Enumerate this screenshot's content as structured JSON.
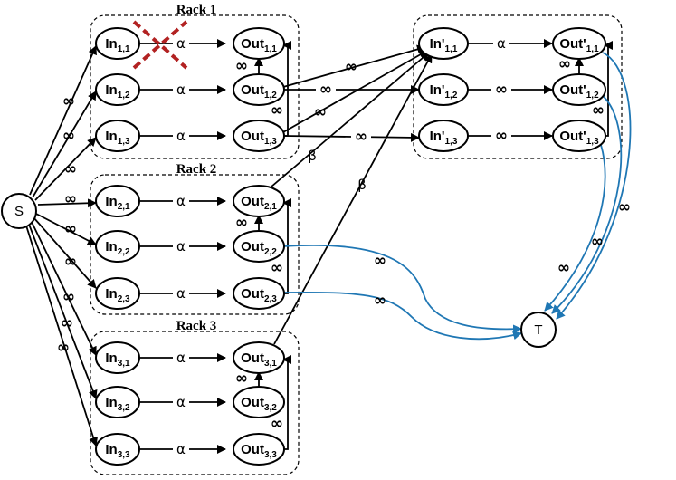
{
  "racks": [
    {
      "title": "Rack 1"
    },
    {
      "title": "Rack 2"
    },
    {
      "title": "Rack 3"
    }
  ],
  "source": {
    "label": "S"
  },
  "sink": {
    "label": "T"
  },
  "in_nodes": [
    {
      "base": "In",
      "sub": "1,1"
    },
    {
      "base": "In",
      "sub": "1,2"
    },
    {
      "base": "In",
      "sub": "1,3"
    },
    {
      "base": "In",
      "sub": "2,1"
    },
    {
      "base": "In",
      "sub": "2,2"
    },
    {
      "base": "In",
      "sub": "2,3"
    },
    {
      "base": "In",
      "sub": "3,1"
    },
    {
      "base": "In",
      "sub": "3,2"
    },
    {
      "base": "In",
      "sub": "3,3"
    }
  ],
  "out_nodes": [
    {
      "base": "Out",
      "sub": "1,1"
    },
    {
      "base": "Out",
      "sub": "1,2"
    },
    {
      "base": "Out",
      "sub": "1,3"
    },
    {
      "base": "Out",
      "sub": "2,1"
    },
    {
      "base": "Out",
      "sub": "2,2"
    },
    {
      "base": "Out",
      "sub": "2,3"
    },
    {
      "base": "Out",
      "sub": "3,1"
    },
    {
      "base": "Out",
      "sub": "3,2"
    },
    {
      "base": "Out",
      "sub": "3,3"
    }
  ],
  "in_prime_nodes": [
    {
      "base": "In'",
      "sub": "1,1"
    },
    {
      "base": "In'",
      "sub": "1,2"
    },
    {
      "base": "In'",
      "sub": "1,3"
    }
  ],
  "out_prime_nodes": [
    {
      "base": "Out'",
      "sub": "1,1"
    },
    {
      "base": "Out'",
      "sub": "1,2"
    },
    {
      "base": "Out'",
      "sub": "1,3"
    }
  ],
  "labels": {
    "alpha": "α",
    "beta": "β",
    "infinity": "∞"
  }
}
